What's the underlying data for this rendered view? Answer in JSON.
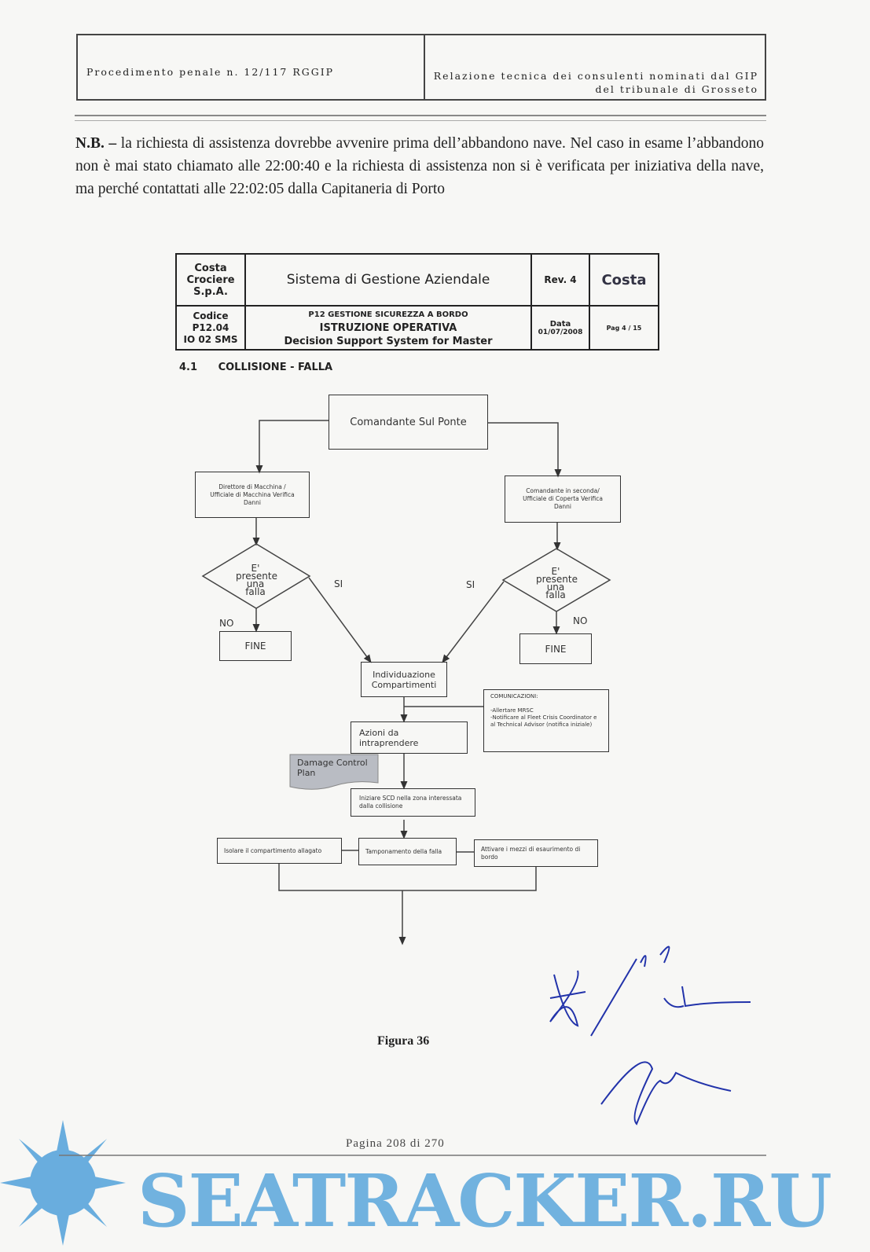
{
  "header": {
    "left": "Procedimento penale n. 12/117 RGGIP",
    "right_line1": "Relazione tecnica dei consulenti nominati dal GIP",
    "right_line2": "del tribunale di Grosseto"
  },
  "note": {
    "prefix": "N.B. –",
    "text": " la richiesta di assistenza dovrebbe avvenire prima dell’abbandono nave. Nel caso in esame l’abbandono non è mai stato chiamato alle 22:00:40 e la richiesta di assistenza non si è verificata per iniziativa della nave, ma perché contattati alle 22:02:05 dalla Capitaneria di Porto"
  },
  "doc_table": {
    "company": "Costa Crociere S.p.A.",
    "system": "Sistema di Gestione Aziendale",
    "rev": "Rev. 4",
    "logo": "Costa",
    "code_label": "Codice",
    "code": "P12.04",
    "code2": "IO 02 SMS",
    "proc": "P12 GESTIONE SICUREZZA A BORDO",
    "type": "ISTRUZIONE OPERATIVA",
    "doc_title": "Decision Support System for Master",
    "date_label": "Data",
    "date": "01/07/2008",
    "page": "Pag 4 / 15"
  },
  "section": {
    "number": "4.1",
    "title": "COLLISIONE - FALLA"
  },
  "flowchart": {
    "start": "Comandante Sul Ponte",
    "left_check": "Direttore di Macchina / Ufficiale di Macchina Verifica Danni",
    "right_check": "Comandante in seconda/ Ufficiale di Coperta Verifica Danni",
    "decision": "E' presente una falla",
    "yes": "SI",
    "no": "NO",
    "end": "FINE",
    "identify": "Individuazione Compartimenti",
    "comm_title": "COMUNICAZIONI:",
    "comm_1": "-Allertare MRSC",
    "comm_2": "-Notificare al Fleet Crisis Coordinator e al Technical Advisor (notifica iniziale)",
    "actions": "Azioni da intraprendere",
    "damage_plan": "Damage Control Plan",
    "start_scd": "Iniziare SCD nella zona interessata dalla collisione",
    "isolate": "Isolare il compartimento allagato",
    "plug": "Tamponamento della falla",
    "pumps": "Attivare i mezzi di esaurimento di bordo"
  },
  "caption": "Figura 36",
  "footer": "Pagina 208 di 270",
  "watermark": "SEATRACKER.RU",
  "colors": {
    "watermark": "#5aa6dc",
    "damage_plan_bg": "#b9bcc3"
  }
}
